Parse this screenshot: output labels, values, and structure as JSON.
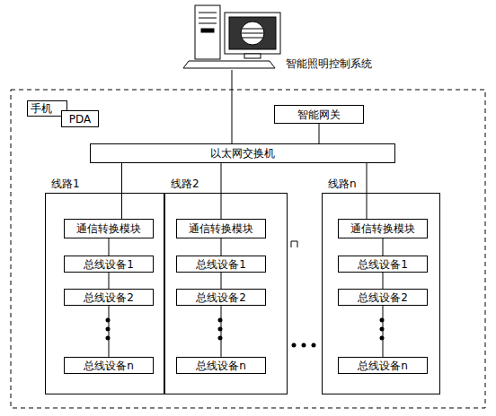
{
  "diagram": {
    "nodes": [
      {
        "text": [
          "智能照明控制系统"
        ]
      },
      {
        "text": [
          "手机"
        ]
      },
      {
        "text": [
          "PDA"
        ]
      },
      {
        "text": [
          "智能网关"
        ]
      },
      {
        "text": [
          "以太网交换机"
        ]
      },
      {
        "text": [
          "线路1"
        ]
      },
      {
        "text": [
          "通信转换模块"
        ],
        "in": 5
      },
      {
        "text": [
          "总线设备1"
        ],
        "in": 5
      },
      {
        "text": [
          "总线设备2"
        ],
        "in": 5
      },
      {
        "text": [
          "总线设备n"
        ],
        "in": 5
      },
      {
        "text": [
          "线路2"
        ]
      },
      {
        "text": [
          "通信转换模块"
        ],
        "in": 10
      },
      {
        "text": [
          "总线设备1"
        ],
        "in": 10
      },
      {
        "text": [
          "总线设备2"
        ],
        "in": 10
      },
      {
        "text": [
          "总线设备n"
        ],
        "in": 10
      },
      {
        "text": [
          "线路n"
        ]
      },
      {
        "text": [
          "通信转换模块"
        ],
        "in": 15
      },
      {
        "text": [
          "总线设备1"
        ],
        "in": 15
      },
      {
        "text": [
          "总线设备2"
        ],
        "in": 15
      },
      {
        "text": [
          "总线设备n"
        ],
        "in": 15
      }
    ],
    "edges": [
      {
        "from": 0,
        "to": 4,
        "arrow": "none"
      },
      {
        "from": 3,
        "to": 4,
        "arrow": "none"
      },
      {
        "from": 4,
        "to": 6,
        "arrow": "none"
      },
      {
        "from": 4,
        "to": 11,
        "arrow": "none"
      },
      {
        "from": 4,
        "to": 16,
        "arrow": "none"
      },
      {
        "from": 6,
        "to": 7,
        "arrow": "none"
      },
      {
        "from": 7,
        "to": 8,
        "arrow": "none"
      },
      {
        "from": 8,
        "to": 9,
        "arrow": "none"
      },
      {
        "from": 11,
        "to": 12,
        "arrow": "none"
      },
      {
        "from": 12,
        "to": 13,
        "arrow": "none"
      },
      {
        "from": 13,
        "to": 14,
        "arrow": "none"
      },
      {
        "from": 16,
        "to": 17,
        "arrow": "none"
      },
      {
        "from": 17,
        "to": 18,
        "arrow": "none"
      },
      {
        "from": 18,
        "to": 19,
        "arrow": "none"
      }
    ]
  }
}
